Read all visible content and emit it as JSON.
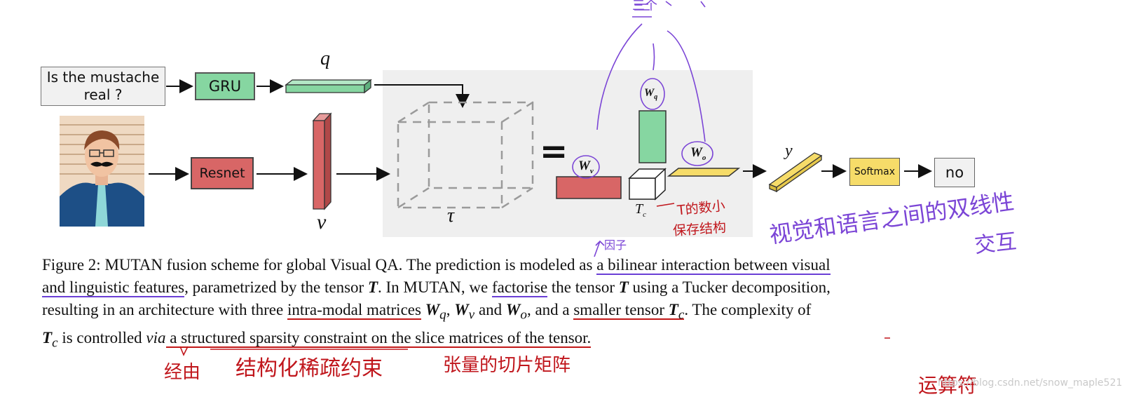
{
  "diagram": {
    "question_text": "Is the mustache real ?",
    "gru_label": "GRU",
    "resnet_label": "Resnet",
    "softmax_label": "Softmax",
    "answer_label": "no",
    "q_label": "q",
    "v_label": "v",
    "tau_label": "τ",
    "y_label": "y",
    "equals_sign": "=",
    "wv_label": "W",
    "wv_sub": "v",
    "wq_label": "W",
    "wq_sub": "q",
    "wo_label": "W",
    "wo_sub": "o",
    "tc_label": "T",
    "tc_sub": "c",
    "colors": {
      "gru": "#86d6a1",
      "resnet": "#d86666",
      "softmax": "#f6dc69",
      "tensor_panel": "#efefef",
      "annotation_red": "#c0161c",
      "annotation_purple": "#7b45d6"
    }
  },
  "caption": {
    "l1_a": "Figure 2:  MUTAN fusion scheme for global Visual QA. The prediction is modeled as ",
    "l1_u": "a bilinear interaction between visual",
    "l2_u": "and linguistic features",
    "l2_a": ", parametrized by the tensor ",
    "l2_tau1": "T",
    "l2_b": ". In MUTAN, we ",
    "l2_u2": "factorise",
    "l2_c": " the tensor ",
    "l2_tau2": "T",
    "l2_d": " using a Tucker decomposition,",
    "l3_a": "resulting in an architecture with three ",
    "l3_u": "intra-modal matrices",
    "l3_wq": "W",
    "l3_wq_sub": "q",
    "l3_sep1": ", ",
    "l3_wv": "W",
    "l3_wv_sub": "v",
    "l3_and": " and ",
    "l3_wo": "W",
    "l3_wo_sub": "o",
    "l3_b": ", and a ",
    "l3_u2": "smaller tensor",
    "l3_tc": "T",
    "l3_tc_sub": "c",
    "l3_c": ". The complexity of",
    "l4_tc": "T",
    "l4_tc_sub": "c",
    "l4_a": " is controlled ",
    "l4_via": "via",
    "l4_b": " a structured sparsity constraint on the slice matrices of the tensor."
  },
  "annotations": {
    "factor_note": "因子",
    "core_note_1": "T的数小",
    "core_note_2": "保存结构",
    "bilinear_note_1": "视觉和语言之间的双线性",
    "bilinear_note_2": "交互",
    "via_note": "经由",
    "constraint_note": "结构化稀疏约束",
    "slice_note": "张量的切片矩阵",
    "bottom_note": "运算符",
    "top_note": "三个"
  },
  "watermark": "https://blog.csdn.net/snow_maple521"
}
